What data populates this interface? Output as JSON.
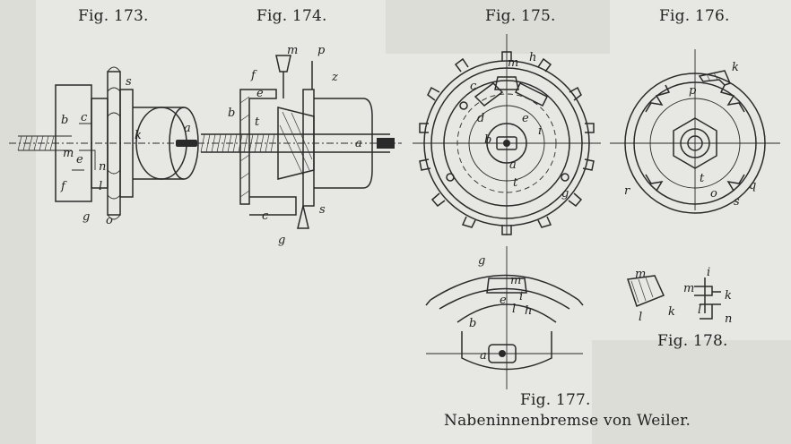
{
  "figures": {
    "fig173": {
      "caption": "Fig. 173.",
      "labels": [
        "a",
        "b",
        "c",
        "s",
        "k",
        "m",
        "e",
        "n",
        "f",
        "l",
        "g",
        "o"
      ]
    },
    "fig174": {
      "caption": "Fig. 174.",
      "labels": [
        "m",
        "p",
        "f",
        "e",
        "b",
        "t",
        "z",
        "a",
        "c",
        "s",
        "g"
      ]
    },
    "fig175": {
      "caption": "Fig. 175.",
      "labels": [
        "m",
        "h",
        "c",
        "d",
        "e",
        "i",
        "b",
        "a",
        "t",
        "g"
      ]
    },
    "fig176": {
      "caption": "Fig. 176.",
      "labels": [
        "k",
        "p",
        "r",
        "t",
        "o",
        "q",
        "s"
      ]
    },
    "fig177": {
      "caption": "Fig. 177.",
      "title": "Nabeninnenbremse von Weiler.",
      "labels": [
        "g",
        "m",
        "e",
        "i",
        "b",
        "l",
        "h",
        "a"
      ]
    },
    "fig178": {
      "caption": "Fig. 178.",
      "labels": [
        "m",
        "i",
        "m",
        "k",
        "l",
        "k",
        "l",
        "n"
      ]
    }
  },
  "colors": {
    "paper": "#e7e7e3",
    "ink": "#2a2a2a"
  }
}
